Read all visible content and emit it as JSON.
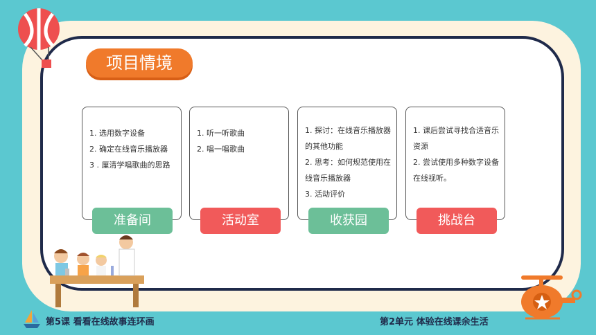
{
  "title": "项目情境",
  "cards": [
    {
      "items": [
        "1. 选用数字设备",
        "2. 确定在线音乐播放器",
        "3 . 厘清学唱歌曲的思路"
      ],
      "label": "准备间",
      "color": "#6cbf98"
    },
    {
      "items": [
        "1. 听一听歌曲",
        "2. 唱一唱歌曲"
      ],
      "label": "活动室",
      "color": "#f15a5a"
    },
    {
      "items": [
        "1. 探讨：在线音乐播放器的其他功能",
        "2. 思考：如何规范使用在线音乐播放器",
        "3. 活动评价"
      ],
      "label": "收获园",
      "color": "#6cbf98"
    },
    {
      "items": [
        "1. 课后尝试寻找合适音乐资源",
        "2. 尝试使用多种数字设备在线视听。"
      ],
      "label": "挑战台",
      "color": "#f15a5a"
    }
  ],
  "footer": {
    "left": "第5课 看看在线故事连环画",
    "right": "第2单元  体验在线课余生活"
  },
  "icons": [
    "hot-air-balloon-icon",
    "sailboat-icon",
    "helicopter-icon",
    "children-lab-illustration"
  ]
}
